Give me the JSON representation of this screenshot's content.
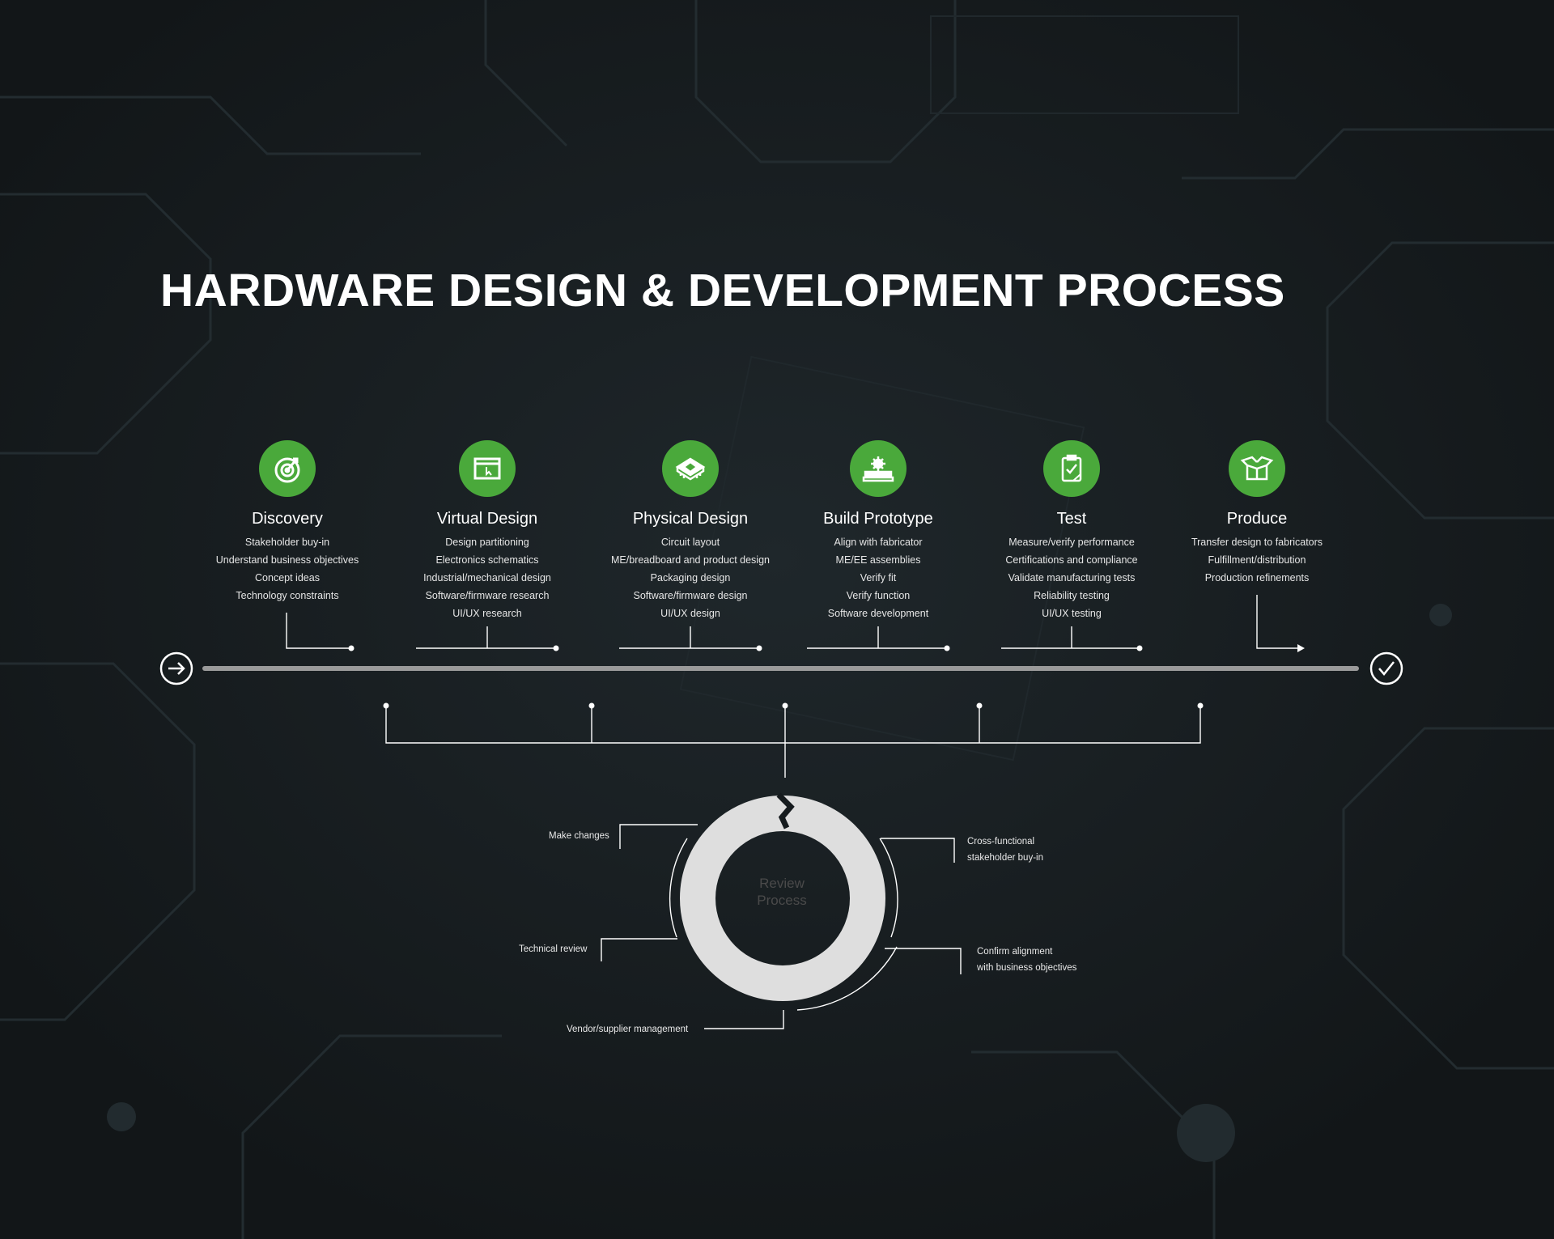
{
  "title": "HARDWARE DESIGN & DEVELOPMENT PROCESS",
  "colors": {
    "background": "#161b1e",
    "accent": "#4aa93b",
    "line": "#ffffff",
    "ring": "#dedede"
  },
  "timeline": {
    "start_icon": "arrow-right-icon",
    "end_icon": "checkmark-icon"
  },
  "stages": [
    {
      "name": "Discovery",
      "icon": "target-icon",
      "items": [
        "Stakeholder buy-in",
        "Understand business objectives",
        "Concept ideas",
        "Technology constraints"
      ]
    },
    {
      "name": "Virtual Design",
      "icon": "browser-window-icon",
      "items": [
        "Design partitioning",
        "Electronics schematics",
        "Industrial/mechanical design",
        "Software/firmware research",
        "UI/UX research"
      ]
    },
    {
      "name": "Physical Design",
      "icon": "chip-icon",
      "items": [
        "Circuit layout",
        "ME/breadboard and product design",
        "Packaging design",
        "Software/firmware design",
        "UI/UX design"
      ]
    },
    {
      "name": "Build Prototype",
      "icon": "gear-assembly-icon",
      "items": [
        "Align with fabricator",
        "ME/EE assemblies",
        "Verify fit",
        "Verify function",
        "Software development"
      ]
    },
    {
      "name": "Test",
      "icon": "clipboard-check-icon",
      "items": [
        "Measure/verify performance",
        "Certifications and compliance",
        "Validate manufacturing tests",
        "Reliability testing",
        "UI/UX testing"
      ]
    },
    {
      "name": "Produce",
      "icon": "open-box-icon",
      "items": [
        "Transfer design to fabricators",
        "Fulfillment/distribution",
        "Production refinements"
      ]
    }
  ],
  "review": {
    "center_line1": "Review",
    "center_line2": "Process",
    "labels": {
      "make_changes": "Make changes",
      "technical_review": "Technical review",
      "vendor": "Vendor/supplier management",
      "cross_functional_1": "Cross-functional",
      "cross_functional_2": "stakeholder buy-in",
      "confirm_1": "Confirm alignment",
      "confirm_2": "with business objectives"
    }
  }
}
